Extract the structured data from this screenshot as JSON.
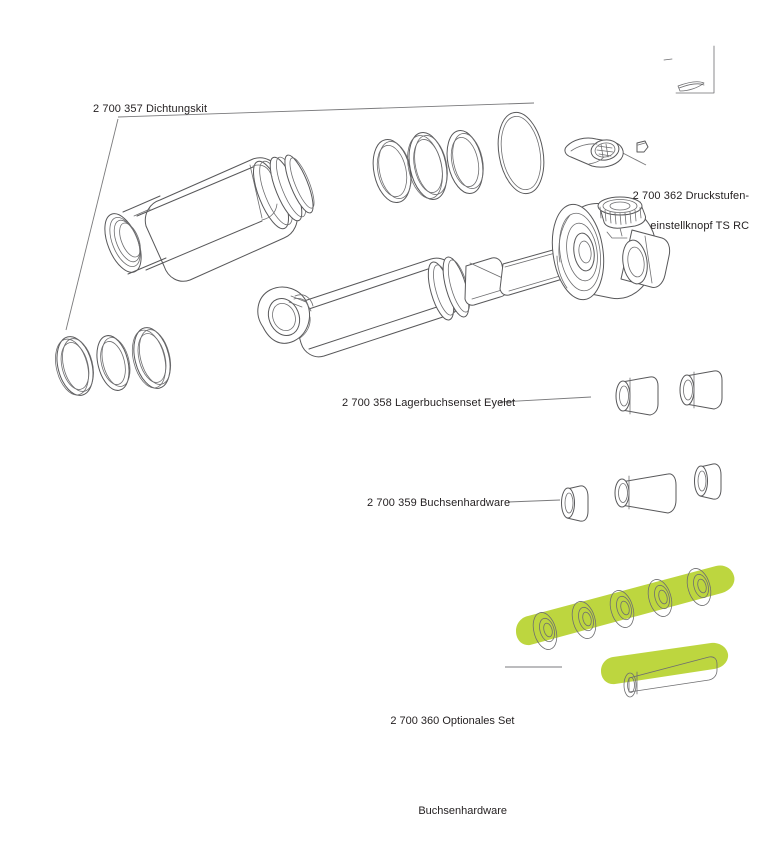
{
  "diagram": {
    "title": "Exploded parts diagram - rear shock absorber",
    "background_color": "#ffffff",
    "line_color": "#58585a",
    "text_color": "#231f20",
    "highlight_color": "#bdd63f"
  },
  "labels": {
    "sealkit": {
      "code": "2 700 357",
      "name": "Dichtungskit",
      "text": "2 700 357 Dichtungskit"
    },
    "compression_knob": {
      "code": "2 700 362",
      "line1": "2 700 362 Druckstufen-",
      "line2": "einstellknopf TS RC"
    },
    "eyelet_bushing": {
      "code": "2 700 358",
      "name": "Lagerbuchsenset Eyelet",
      "text": "2 700 358 Lagerbuchsenset Eyelet"
    },
    "bushing_hardware": {
      "code": "2 700 359",
      "name": "Buchsenhardware",
      "text": "2 700 359 Buchsenhardware"
    },
    "optional_bushing_set": {
      "code": "2 700 360",
      "line1": "2 700 360 Optionales Set",
      "line2": "Buchsenhardware"
    }
  },
  "parts": {
    "air_can": "air-sleeve",
    "damper_body": "damper-body-with-eyelet",
    "damper_head": "piggyback-damper-head",
    "upper_seal_rings": 3,
    "upper_o_ring": 1,
    "lower_seal_rings": 3,
    "eyelet_bushings": 2,
    "hardware_washers": 2,
    "hardware_sleeve": 1,
    "optional_bushings": 5,
    "optional_sleeve": 1
  }
}
